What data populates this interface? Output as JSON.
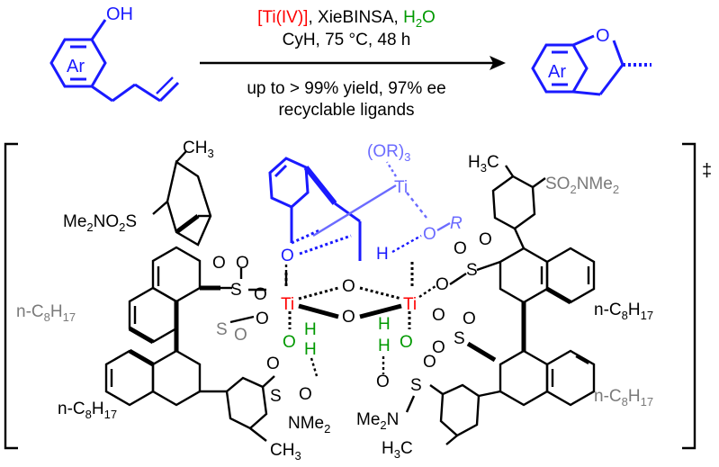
{
  "scheme": {
    "substrate": {
      "ring_label": "Ar",
      "group": "OH"
    },
    "product": {
      "ring_label": "Ar",
      "heteroatom": "O"
    },
    "conditions": {
      "catalyst": "[Ti(IV)]",
      "separator": ", XieBINSA, ",
      "additive": "H2O",
      "line2": "CyH, 75 °C, 48 h",
      "line3": "up to > 99% yield, 97% ee",
      "line4": "recyclable ligands"
    }
  },
  "transition_state": {
    "dagger": "‡",
    "ti_center": "Ti",
    "ti_alkoxide": "Ti",
    "or3": "(OR)",
    "or3_sub": "3",
    "r": "R",
    "labels": {
      "ch3": "CH",
      "sub3": "3",
      "h3c": "H",
      "c": "C",
      "me2no2s": "Me",
      "no2s": "NO",
      "s": "S",
      "two": "2",
      "so2nme2": "SO",
      "nme2": "NMe",
      "me2n": "Me",
      "n": "N",
      "noctyl_prefix": "n-C",
      "sub8": "8",
      "h": "H",
      "sub17": "17",
      "o": "O",
      "h_atom": "H"
    }
  },
  "colors": {
    "black": "#000000",
    "blue": "#1a1aff",
    "light_blue": "#6b6bff",
    "red": "#ff0000",
    "green": "#009900",
    "gray": "#7a7a7a"
  }
}
